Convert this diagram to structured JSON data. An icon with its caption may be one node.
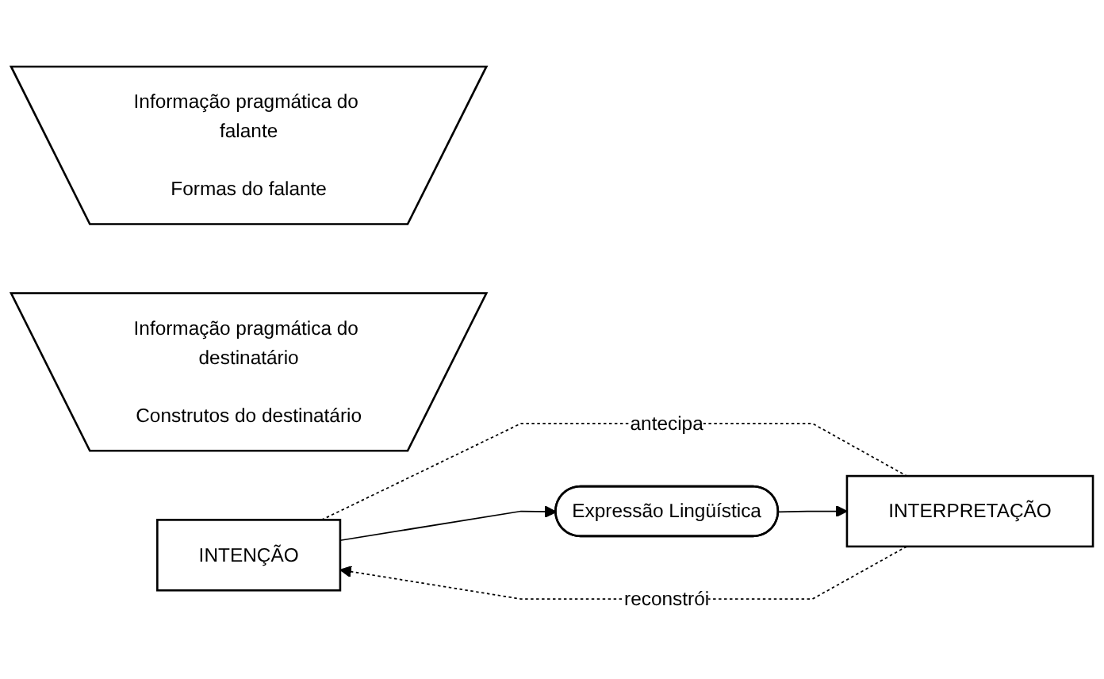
{
  "diagram": {
    "nodes": [
      {
        "text": [
          "Informação pragmática do falante",
          "Formas do falante"
        ]
      },
      {
        "text": [
          "Informação pragmática do destinatário",
          "Construtos do destinatário"
        ]
      },
      {
        "text": [
          "INTENÇÃO"
        ]
      },
      {
        "text": [
          "INTERPRETAÇÃO"
        ]
      },
      {
        "text": [
          "Expressão Lingüística"
        ]
      }
    ],
    "edges": [
      {
        "from": 2,
        "to": 3,
        "arrow": "none",
        "label": "antecipa",
        "style": "dashed"
      },
      {
        "from": 3,
        "to": 2,
        "arrow": "to",
        "label": "reconstrói",
        "style": "dashed"
      },
      {
        "from": 2,
        "to": 4,
        "arrow": "to"
      },
      {
        "from": 4,
        "to": 3,
        "arrow": "to"
      }
    ]
  }
}
